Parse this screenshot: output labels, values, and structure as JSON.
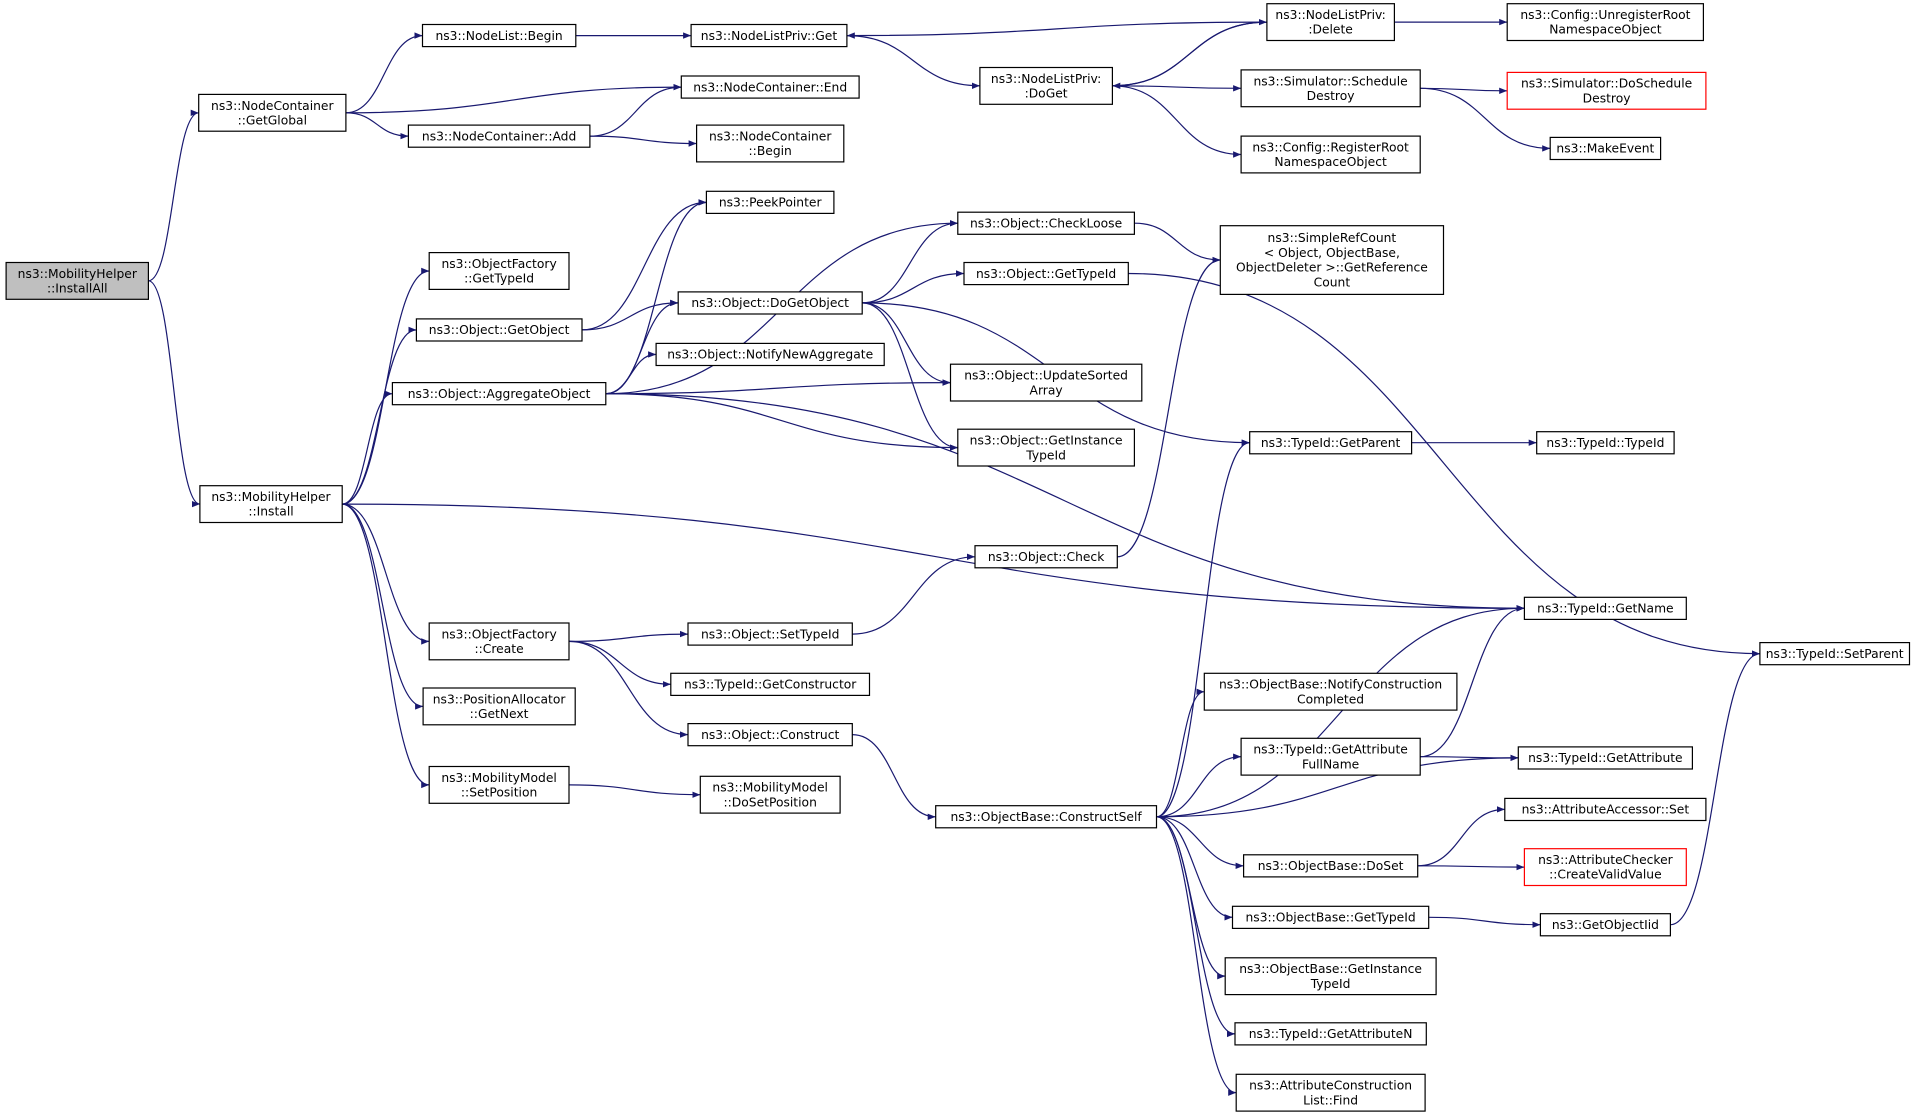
{
  "diagram": {
    "edge_color": "#191970",
    "root_fill": "#bfbfbf",
    "truncated_border_color": "#ff0000",
    "nodes": [
      {
        "id": "installall",
        "lines": [
          "ns3::MobilityHelper",
          "::InstallAll"
        ],
        "style": "root"
      },
      {
        "id": "nc_getglobal",
        "lines": [
          "ns3::NodeContainer",
          "::GetGlobal"
        ]
      },
      {
        "id": "nodelist_begin",
        "lines": [
          "ns3::NodeList::Begin"
        ]
      },
      {
        "id": "nlp_get",
        "lines": [
          "ns3::NodeListPriv::Get"
        ]
      },
      {
        "id": "nc_end",
        "lines": [
          "ns3::NodeContainer::End"
        ]
      },
      {
        "id": "nc_add",
        "lines": [
          "ns3::NodeContainer::Add"
        ]
      },
      {
        "id": "nc_begin",
        "lines": [
          "ns3::NodeContainer",
          "::Begin"
        ]
      },
      {
        "id": "nlp_doget",
        "lines": [
          "ns3::NodeListPriv:",
          ":DoGet"
        ]
      },
      {
        "id": "nlp_delete",
        "lines": [
          "ns3::NodeListPriv:",
          ":Delete"
        ]
      },
      {
        "id": "cfg_unregister",
        "lines": [
          "ns3::Config::UnregisterRoot",
          "NamespaceObject"
        ]
      },
      {
        "id": "sim_schedule",
        "lines": [
          "ns3::Simulator::Schedule",
          "Destroy"
        ]
      },
      {
        "id": "sim_doschedule",
        "lines": [
          "ns3::Simulator::DoSchedule",
          "Destroy"
        ],
        "style": "truncated"
      },
      {
        "id": "makeevent",
        "lines": [
          "ns3::MakeEvent"
        ]
      },
      {
        "id": "cfg_register",
        "lines": [
          "ns3::Config::RegisterRoot",
          "NamespaceObject"
        ]
      },
      {
        "id": "mh_install",
        "lines": [
          "ns3::MobilityHelper",
          "::Install"
        ]
      },
      {
        "id": "of_gettypeid",
        "lines": [
          "ns3::ObjectFactory",
          "::GetTypeId"
        ]
      },
      {
        "id": "obj_getobject",
        "lines": [
          "ns3::Object::GetObject"
        ]
      },
      {
        "id": "obj_aggregate",
        "lines": [
          "ns3::Object::AggregateObject"
        ]
      },
      {
        "id": "peekpointer",
        "lines": [
          "ns3::PeekPointer"
        ]
      },
      {
        "id": "obj_checkloose",
        "lines": [
          "ns3::Object::CheckLoose"
        ]
      },
      {
        "id": "obj_dogetobject",
        "lines": [
          "ns3::Object::DoGetObject"
        ]
      },
      {
        "id": "obj_gettypeid",
        "lines": [
          "ns3::Object::GetTypeId"
        ]
      },
      {
        "id": "obj_notifynewaggregate",
        "lines": [
          "ns3::Object::NotifyNewAggregate"
        ]
      },
      {
        "id": "obj_updatesorted",
        "lines": [
          "ns3::Object::UpdateSorted",
          "Array"
        ]
      },
      {
        "id": "obj_getinstancetypeid",
        "lines": [
          "ns3::Object::GetInstance",
          "TypeId"
        ]
      },
      {
        "id": "simplerefcount",
        "lines": [
          "ns3::SimpleRefCount",
          "< Object, ObjectBase,",
          "ObjectDeleter >::GetReference",
          "Count"
        ]
      },
      {
        "id": "typeid_getparent",
        "lines": [
          "ns3::TypeId::GetParent"
        ]
      },
      {
        "id": "typeid_typeid",
        "lines": [
          "ns3::TypeId::TypeId"
        ]
      },
      {
        "id": "typeid_setparent",
        "lines": [
          "ns3::TypeId::SetParent"
        ]
      },
      {
        "id": "obj_check",
        "lines": [
          "ns3::Object::Check"
        ]
      },
      {
        "id": "typeid_getname",
        "lines": [
          "ns3::TypeId::GetName"
        ]
      },
      {
        "id": "of_create",
        "lines": [
          "ns3::ObjectFactory",
          "::Create"
        ]
      },
      {
        "id": "obj_settypeid",
        "lines": [
          "ns3::Object::SetTypeId"
        ]
      },
      {
        "id": "typeid_getconstructor",
        "lines": [
          "ns3::TypeId::GetConstructor"
        ]
      },
      {
        "id": "obj_construct",
        "lines": [
          "ns3::Object::Construct"
        ]
      },
      {
        "id": "pa_getnext",
        "lines": [
          "ns3::PositionAllocator",
          "::GetNext"
        ]
      },
      {
        "id": "mm_setposition",
        "lines": [
          "ns3::MobilityModel",
          "::SetPosition"
        ]
      },
      {
        "id": "mm_dosetposition",
        "lines": [
          "ns3::MobilityModel",
          "::DoSetPosition"
        ]
      },
      {
        "id": "ob_constructself",
        "lines": [
          "ns3::ObjectBase::ConstructSelf"
        ]
      },
      {
        "id": "ob_notifyconstruction",
        "lines": [
          "ns3::ObjectBase::NotifyConstruction",
          "Completed"
        ]
      },
      {
        "id": "typeid_getattrfullname",
        "lines": [
          "ns3::TypeId::GetAttribute",
          "FullName"
        ]
      },
      {
        "id": "typeid_getattribute",
        "lines": [
          "ns3::TypeId::GetAttribute"
        ]
      },
      {
        "id": "aa_set",
        "lines": [
          "ns3::AttributeAccessor::Set"
        ]
      },
      {
        "id": "ob_doset",
        "lines": [
          "ns3::ObjectBase::DoSet"
        ]
      },
      {
        "id": "ac_createvalid",
        "lines": [
          "ns3::AttributeChecker",
          "::CreateValidValue"
        ],
        "style": "truncated"
      },
      {
        "id": "ob_gettypeid",
        "lines": [
          "ns3::ObjectBase::GetTypeId"
        ]
      },
      {
        "id": "getobjectiid",
        "lines": [
          "ns3::GetObjectIid"
        ]
      },
      {
        "id": "ob_getinstancetypeid",
        "lines": [
          "ns3::ObjectBase::GetInstance",
          "TypeId"
        ]
      },
      {
        "id": "typeid_getattributen",
        "lines": [
          "ns3::TypeId::GetAttributeN"
        ]
      },
      {
        "id": "acl_find",
        "lines": [
          "ns3::AttributeConstruction",
          "List::Find"
        ]
      }
    ],
    "edges": [
      [
        "installall",
        "nc_getglobal"
      ],
      [
        "installall",
        "mh_install"
      ],
      [
        "nc_getglobal",
        "nodelist_begin"
      ],
      [
        "nc_getglobal",
        "nc_end"
      ],
      [
        "nc_getglobal",
        "nc_add"
      ],
      [
        "nodelist_begin",
        "nlp_get"
      ],
      [
        "nlp_get",
        "nlp_doget"
      ],
      [
        "nc_add",
        "nc_end"
      ],
      [
        "nc_add",
        "nc_begin"
      ],
      [
        "nlp_doget",
        "nlp_delete"
      ],
      [
        "nlp_doget",
        "sim_schedule"
      ],
      [
        "nlp_doget",
        "cfg_register"
      ],
      [
        "nlp_delete",
        "nlp_get"
      ],
      [
        "nlp_delete",
        "nlp_doget"
      ],
      [
        "nlp_delete",
        "cfg_unregister"
      ],
      [
        "sim_schedule",
        "sim_doschedule"
      ],
      [
        "sim_schedule",
        "makeevent"
      ],
      [
        "mh_install",
        "of_gettypeid"
      ],
      [
        "mh_install",
        "obj_getobject"
      ],
      [
        "mh_install",
        "obj_aggregate"
      ],
      [
        "mh_install",
        "typeid_getname"
      ],
      [
        "mh_install",
        "of_create"
      ],
      [
        "mh_install",
        "pa_getnext"
      ],
      [
        "mh_install",
        "mm_setposition"
      ],
      [
        "obj_getobject",
        "peekpointer"
      ],
      [
        "obj_getobject",
        "obj_dogetobject"
      ],
      [
        "obj_aggregate",
        "peekpointer"
      ],
      [
        "obj_aggregate",
        "obj_checkloose"
      ],
      [
        "obj_aggregate",
        "obj_dogetobject"
      ],
      [
        "obj_aggregate",
        "obj_notifynewaggregate"
      ],
      [
        "obj_aggregate",
        "obj_updatesorted"
      ],
      [
        "obj_aggregate",
        "obj_getinstancetypeid"
      ],
      [
        "obj_aggregate",
        "typeid_getname"
      ],
      [
        "obj_dogetobject",
        "obj_checkloose"
      ],
      [
        "obj_dogetobject",
        "obj_gettypeid"
      ],
      [
        "obj_dogetobject",
        "obj_updatesorted"
      ],
      [
        "obj_dogetobject",
        "obj_getinstancetypeid"
      ],
      [
        "obj_dogetobject",
        "typeid_getparent"
      ],
      [
        "obj_checkloose",
        "simplerefcount"
      ],
      [
        "obj_gettypeid",
        "typeid_setparent"
      ],
      [
        "typeid_getparent",
        "typeid_typeid"
      ],
      [
        "obj_check",
        "simplerefcount"
      ],
      [
        "of_create",
        "obj_settypeid"
      ],
      [
        "of_create",
        "typeid_getconstructor"
      ],
      [
        "of_create",
        "obj_construct"
      ],
      [
        "obj_settypeid",
        "obj_check"
      ],
      [
        "obj_construct",
        "ob_constructself"
      ],
      [
        "mm_setposition",
        "mm_dosetposition"
      ],
      [
        "ob_constructself",
        "typeid_getparent"
      ],
      [
        "ob_constructself",
        "typeid_getname"
      ],
      [
        "ob_constructself",
        "ob_notifyconstruction"
      ],
      [
        "ob_constructself",
        "typeid_getattrfullname"
      ],
      [
        "ob_constructself",
        "typeid_getattribute"
      ],
      [
        "ob_constructself",
        "ob_doset"
      ],
      [
        "ob_constructself",
        "ob_gettypeid"
      ],
      [
        "ob_constructself",
        "ob_getinstancetypeid"
      ],
      [
        "ob_constructself",
        "typeid_getattributen"
      ],
      [
        "ob_constructself",
        "acl_find"
      ],
      [
        "typeid_getattrfullname",
        "typeid_getname"
      ],
      [
        "typeid_getattrfullname",
        "typeid_getattribute"
      ],
      [
        "ob_doset",
        "aa_set"
      ],
      [
        "ob_doset",
        "ac_createvalid"
      ],
      [
        "ob_gettypeid",
        "getobjectiid"
      ],
      [
        "getobjectiid",
        "typeid_setparent"
      ]
    ]
  }
}
